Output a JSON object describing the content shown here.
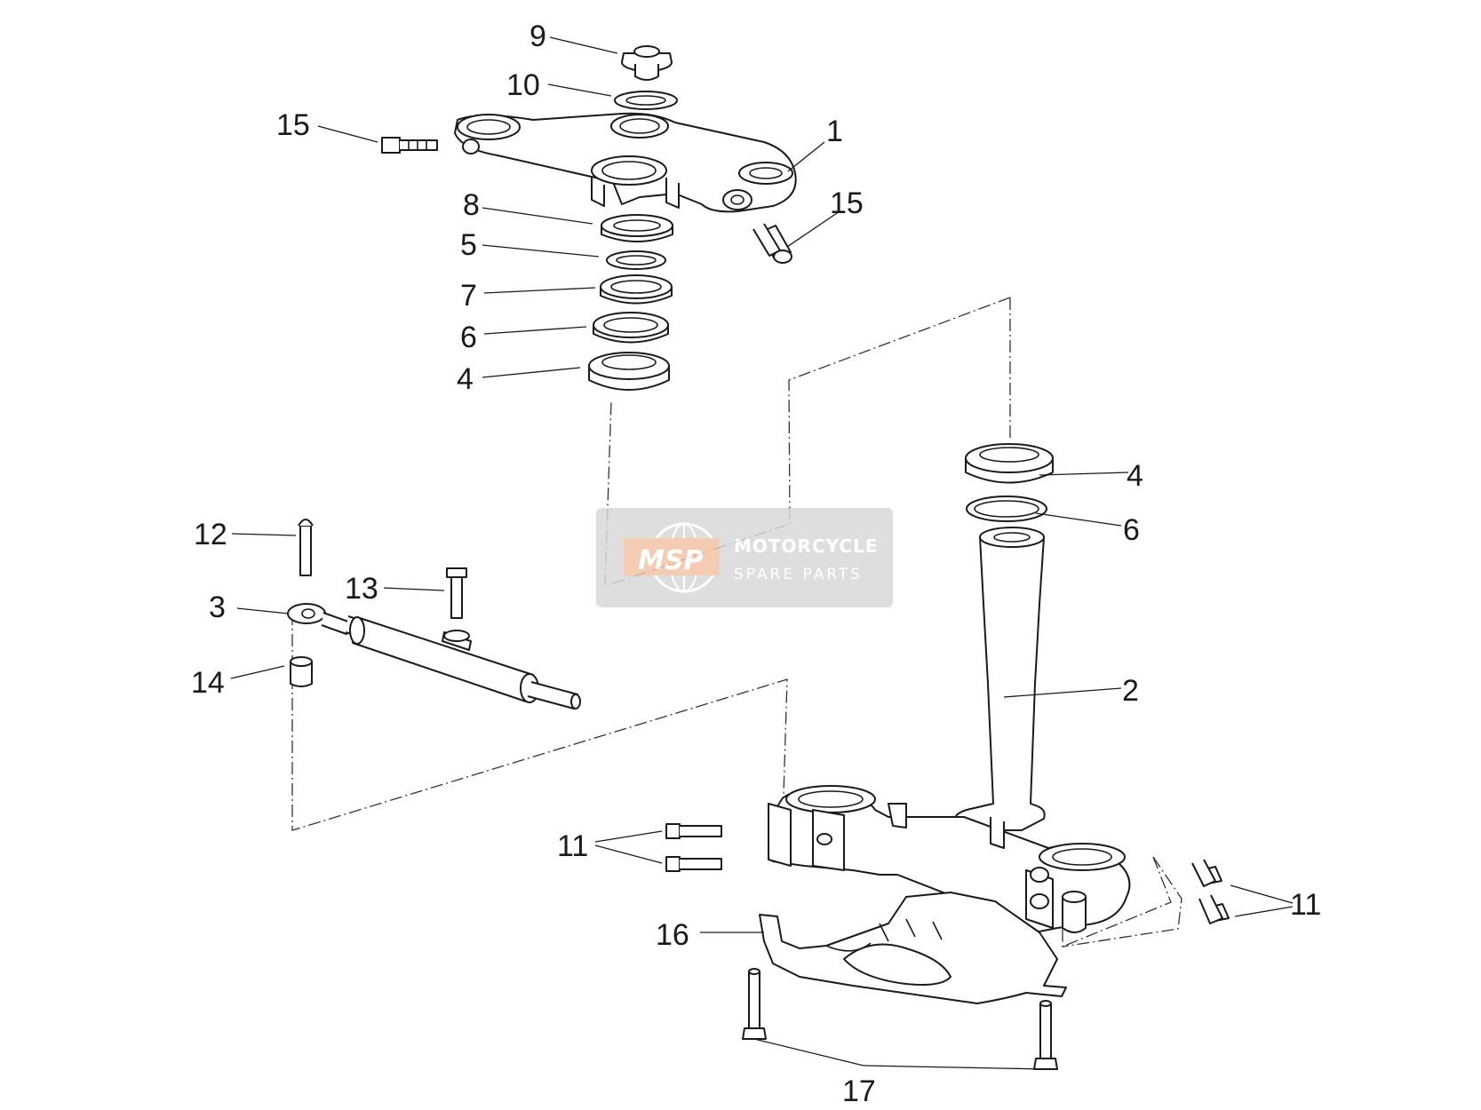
{
  "callouts": {
    "c1": "1",
    "c2": "2",
    "c3": "3",
    "c4a": "4",
    "c4b": "4",
    "c5": "5",
    "c6a": "6",
    "c6b": "6",
    "c7": "7",
    "c8": "8",
    "c9": "9",
    "c10": "10",
    "c11a": "11",
    "c11b": "11",
    "c12": "12",
    "c13": "13",
    "c14": "14",
    "c15a": "15",
    "c15b": "15",
    "c16": "16",
    "c17": "17"
  },
  "watermark": {
    "logo_text": "MSP",
    "line1": "MOTORCYCLE",
    "line2": "SPARE PARTS",
    "accent_color": "#f3c4a6",
    "box_color": "#d9d9d9"
  },
  "colors": {
    "ink": "#1a1a1a",
    "background": "#ffffff"
  }
}
